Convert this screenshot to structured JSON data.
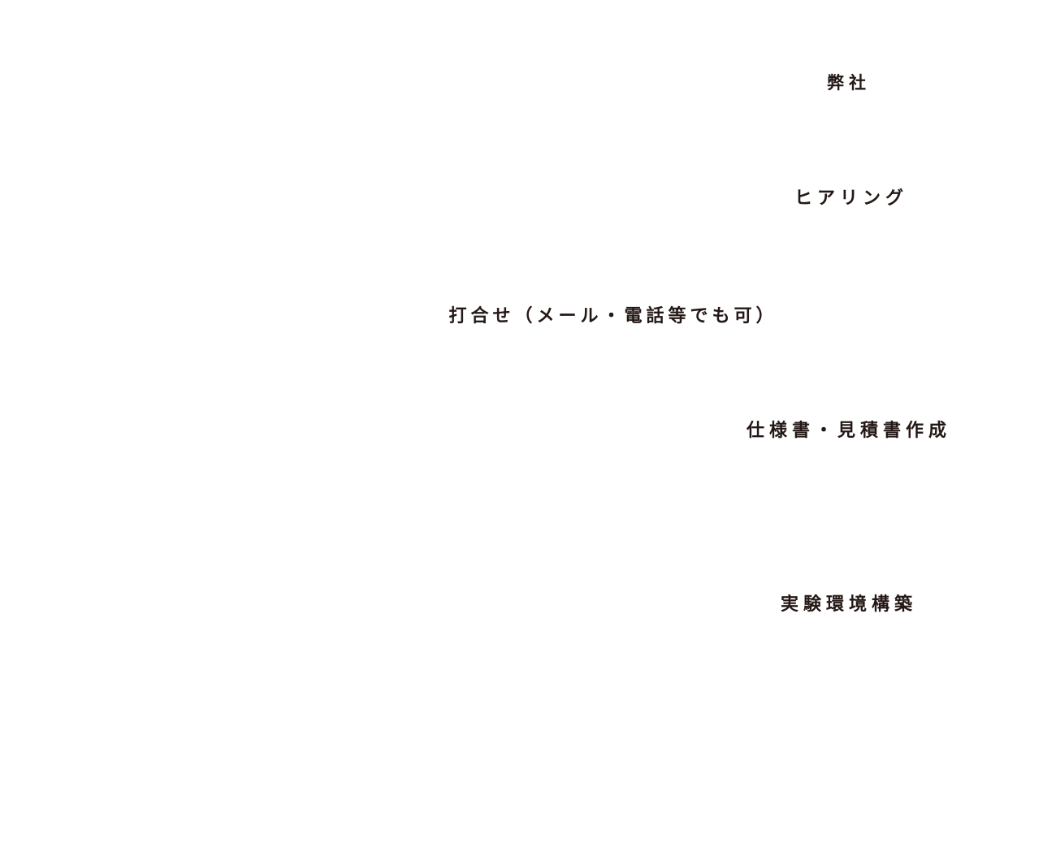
{
  "diagram": {
    "type": "process-flow",
    "text_color": "#231815",
    "background_color": "#ffffff",
    "steps": [
      {
        "label": "弊社"
      },
      {
        "label": "ヒアリング"
      },
      {
        "label": "打合せ（メール・電話等でも可）"
      },
      {
        "label": "仕様書・見積書作成"
      },
      {
        "label": "実験環境構築"
      }
    ]
  }
}
